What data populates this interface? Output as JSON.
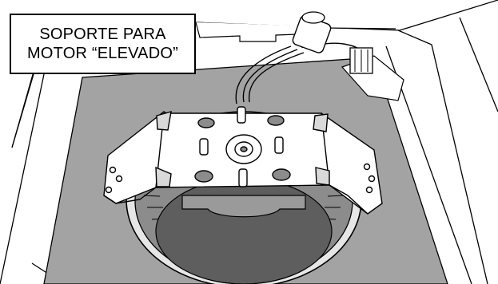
{
  "callout": {
    "line1": "SOPORTE PARA",
    "line2": "MOTOR “ELEVADO”"
  },
  "colors": {
    "housing_fill": "#ffffff",
    "plate_fill": "#a3a3a3",
    "fan_fill": "#8c8c8c",
    "shadow": "#7d7d7d",
    "line": "#000000"
  },
  "icons": [
    "exhaust-fan-motor-illustration"
  ]
}
